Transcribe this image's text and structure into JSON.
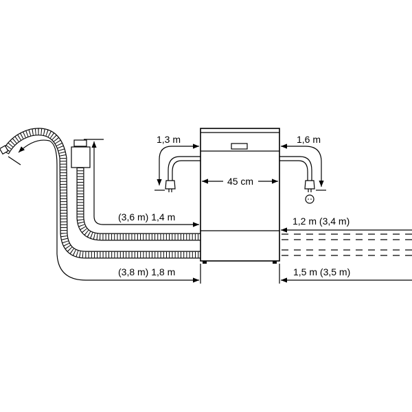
{
  "labels": {
    "left_cable": "1,3 m",
    "right_cable": "1,6 m",
    "width": "45 cm",
    "left_inlet_hose": "(3,6 m) 1,4 m",
    "right_inlet_hose": "1,2 m (3,4 m)",
    "left_drain_hose": "(3,8 m) 1,8 m",
    "right_drain_hose": "1,5 m (3,5 m)"
  },
  "colors": {
    "line": "#000000",
    "background": "#ffffff"
  }
}
